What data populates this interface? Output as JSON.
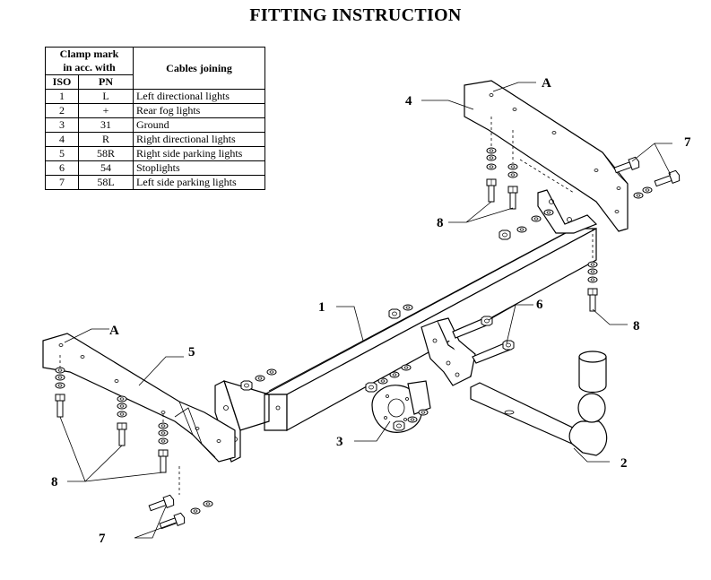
{
  "title": "FITTING INSTRUCTION",
  "table": {
    "header_clamp_line1": "Clamp mark",
    "header_clamp_line2": "in acc. with",
    "header_cables": "Cables joining",
    "col_iso": "ISO",
    "col_pn": "PN",
    "rows": [
      {
        "iso": "1",
        "pn": "L",
        "desc": "Left directional lights"
      },
      {
        "iso": "2",
        "pn": "+",
        "desc": "Rear fog lights"
      },
      {
        "iso": "3",
        "pn": "31",
        "desc": "Ground"
      },
      {
        "iso": "4",
        "pn": "R",
        "desc": "Right directional lights"
      },
      {
        "iso": "5",
        "pn": "58R",
        "desc": "Right side parking lights"
      },
      {
        "iso": "6",
        "pn": "54",
        "desc": "Stoplights"
      },
      {
        "iso": "7",
        "pn": "58L",
        "desc": "Left side parking lights"
      }
    ]
  },
  "labels": {
    "crossbar": "1",
    "towball": "2",
    "socket_plate": "3",
    "right_bracket": "4",
    "left_bracket": "5",
    "ball_bolts": "6",
    "side_bolts_right": "7",
    "side_bolts_left": "7",
    "mount_bolts_right_a": "8",
    "mount_bolts_right_b": "8",
    "mount_bolts_left": "8",
    "detail_a_right": "A",
    "detail_a_left": "A"
  }
}
